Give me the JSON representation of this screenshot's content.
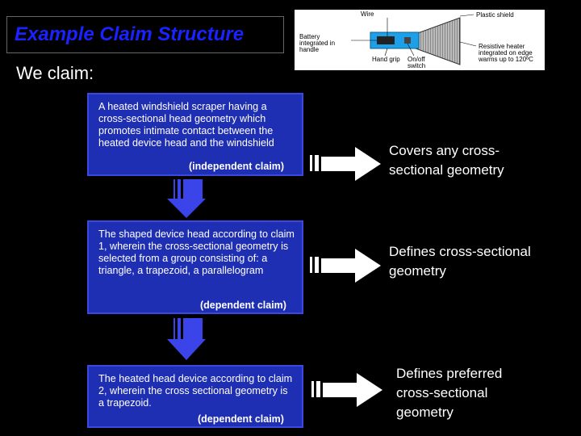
{
  "slide": {
    "title": "Example Claim Structure",
    "subtitle": "We claim:"
  },
  "diagram": {
    "labels": {
      "wire": "Wire",
      "plastic_shield": "Plastic shield",
      "battery": "Battery integrated in handle",
      "resistive": "Resistive heater integrated on edge warms up to 120ºC",
      "hand_grip": "Hand grip",
      "switch": "On/off switch"
    }
  },
  "claims": [
    {
      "text": "A heated windshield scraper having a cross-sectional head geometry which promotes intimate contact between the heated device head and the windshield",
      "tag": "(independent claim)",
      "note": "Covers any cross-sectional geometry"
    },
    {
      "text": "The shaped device head according to claim 1, wherein the cross-sectional geometry is selected from a group consisting of: a triangle, a trapezoid, a parallelogram",
      "tag": "(dependent claim)",
      "note": "Defines cross-sectional geometry"
    },
    {
      "text": "The heated head device according to claim 2, wherein the cross sectional geometry is a trapezoid.",
      "tag": "(dependent claim)",
      "note": "Defines preferred cross-sectional geometry"
    }
  ],
  "colors": {
    "title": "#1a22ff",
    "claim_fill": "#1f2fb3",
    "arrow_fill": "#3a44e8"
  }
}
